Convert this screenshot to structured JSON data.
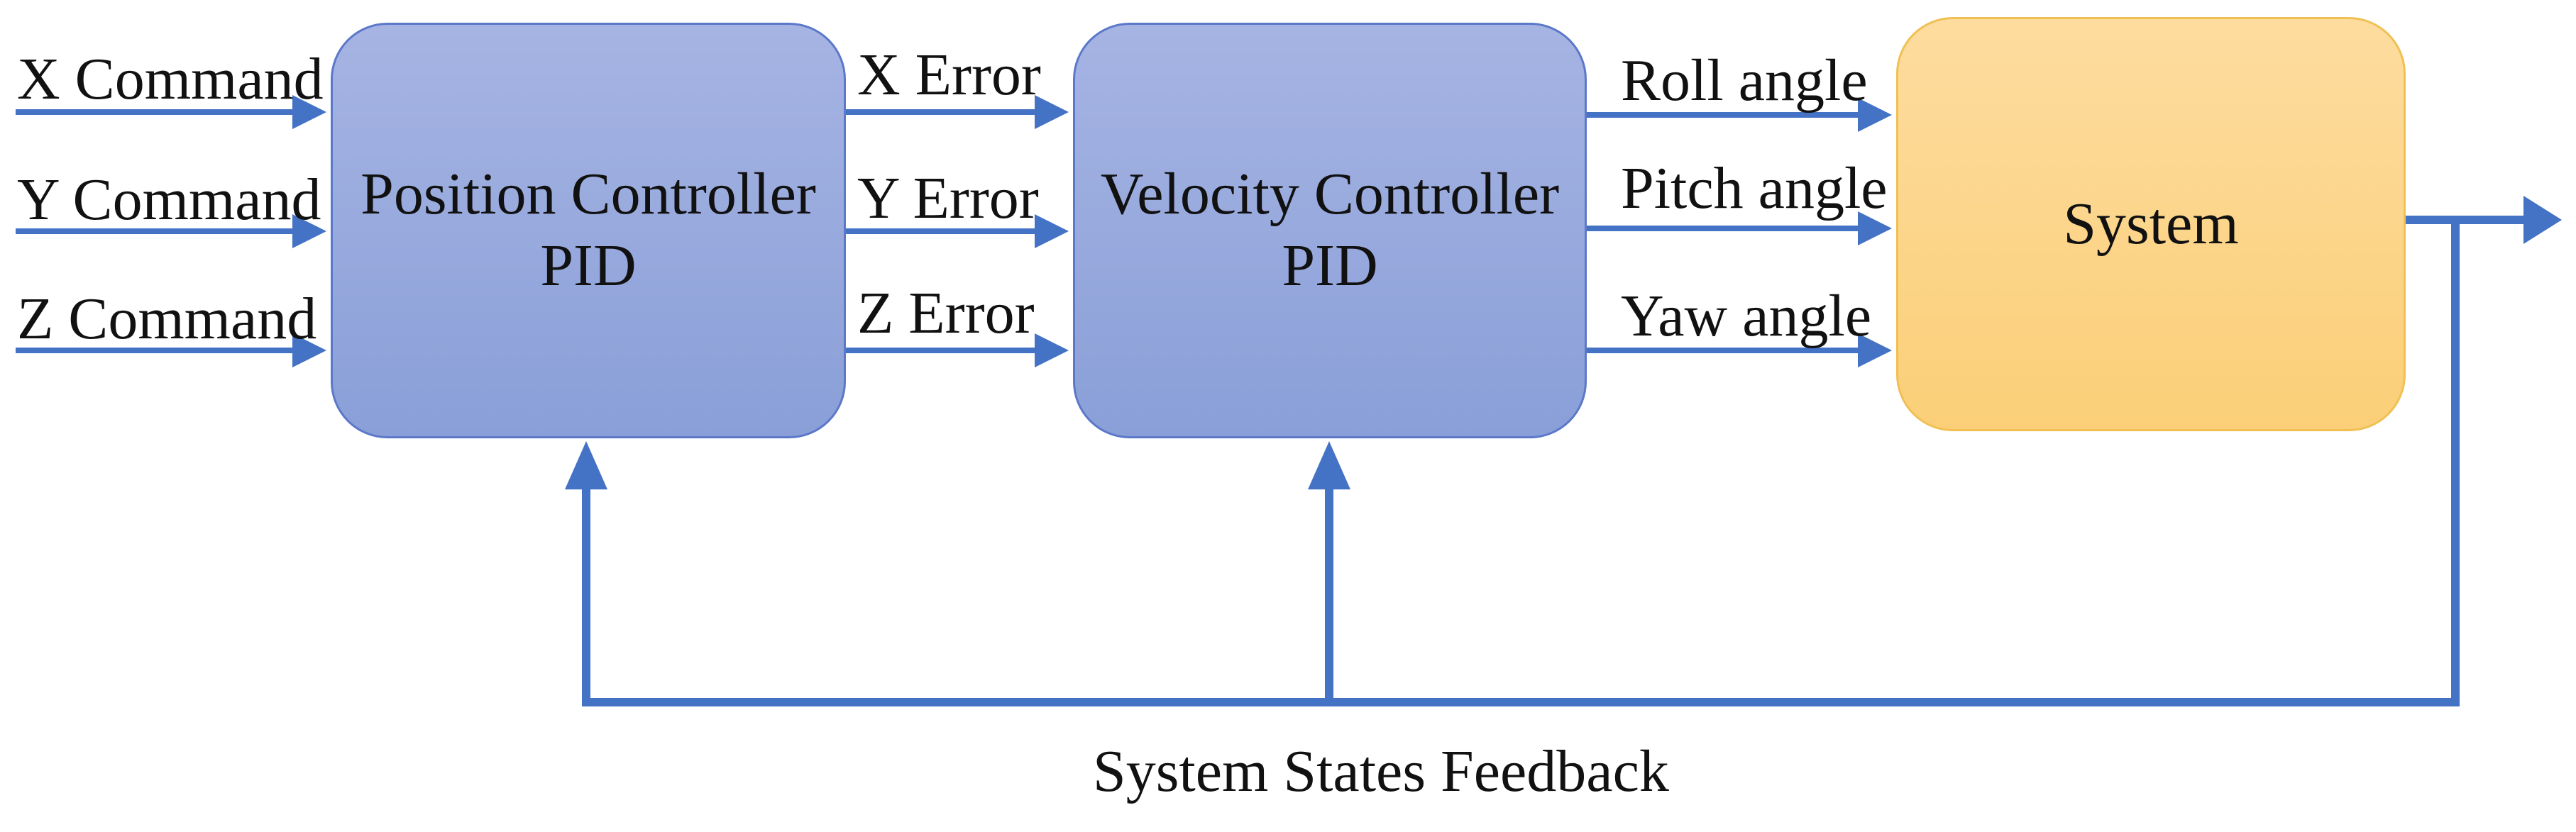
{
  "inputs": [
    "X Command",
    "Y Command",
    "Z Command"
  ],
  "position_controller": {
    "line1": "Position Controller",
    "line2": "PID"
  },
  "errors": [
    "X Error",
    "Y Error",
    "Z Error"
  ],
  "velocity_controller": {
    "line1": "Velocity Controller",
    "line2": "PID"
  },
  "angles": [
    "Roll angle",
    "Pitch angle",
    "Yaw angle"
  ],
  "system": {
    "label": "System"
  },
  "feedback": {
    "label": "System States Feedback"
  },
  "colors": {
    "arrow": "#4472c4",
    "controller_fill": "#8fa3da",
    "controller_border": "#5b78c9",
    "system_fill": "#fcd58a",
    "system_border": "#f0c055"
  }
}
